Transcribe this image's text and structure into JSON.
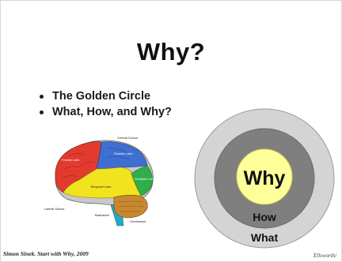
{
  "slide": {
    "title": "Why?",
    "bullets": [
      "The Golden Circle",
      "What, How, and Why?"
    ],
    "brain_labels": {
      "central_sulcus": "Central Sulcus",
      "frontal_lobe": "Frontal Lobe",
      "parietal_lobe": "Parietal Lobe",
      "temporal_lobe": "Temporal Lobe",
      "occipital_lobe": "Occipital Lobe",
      "lateral_sulcus": "Lateral Sulcus",
      "brainstem": "Brainstem",
      "cerebellum": "Cerebellum"
    },
    "golden_circle": {
      "inner": "Why",
      "middle": "How",
      "outer": "What",
      "colors": {
        "outer": "#d4d4d4",
        "middle": "#7f7f7f",
        "inner": "#ffff99"
      }
    },
    "footer": {
      "citation": "Simon Sinek. Start with Why, 2009",
      "author": "Ellsworth/"
    }
  }
}
